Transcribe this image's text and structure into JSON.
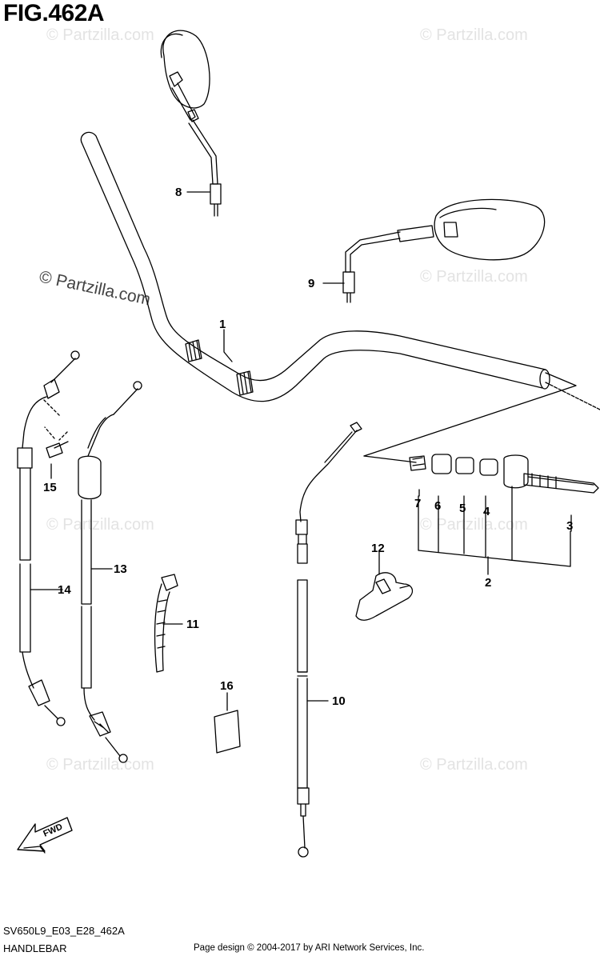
{
  "figure": {
    "title": "FIG.462A",
    "model_code": "SV650L9_E03_E28_462A",
    "subtitle": "HANDLEBAR",
    "credit": "Page design © 2004-2017 by ARI Network Services, Inc."
  },
  "watermark": {
    "text": "© Partzilla.com"
  },
  "fwd_label": "FWD",
  "callouts": [
    {
      "id": "1",
      "label": "1"
    },
    {
      "id": "2",
      "label": "2"
    },
    {
      "id": "3",
      "label": "3"
    },
    {
      "id": "4",
      "label": "4"
    },
    {
      "id": "5",
      "label": "5"
    },
    {
      "id": "6",
      "label": "6"
    },
    {
      "id": "7",
      "label": "7"
    },
    {
      "id": "8",
      "label": "8"
    },
    {
      "id": "9",
      "label": "9"
    },
    {
      "id": "10",
      "label": "10"
    },
    {
      "id": "11",
      "label": "11"
    },
    {
      "id": "12",
      "label": "12"
    },
    {
      "id": "13",
      "label": "13"
    },
    {
      "id": "14",
      "label": "14"
    },
    {
      "id": "15",
      "label": "15"
    },
    {
      "id": "16",
      "label": "16"
    }
  ]
}
